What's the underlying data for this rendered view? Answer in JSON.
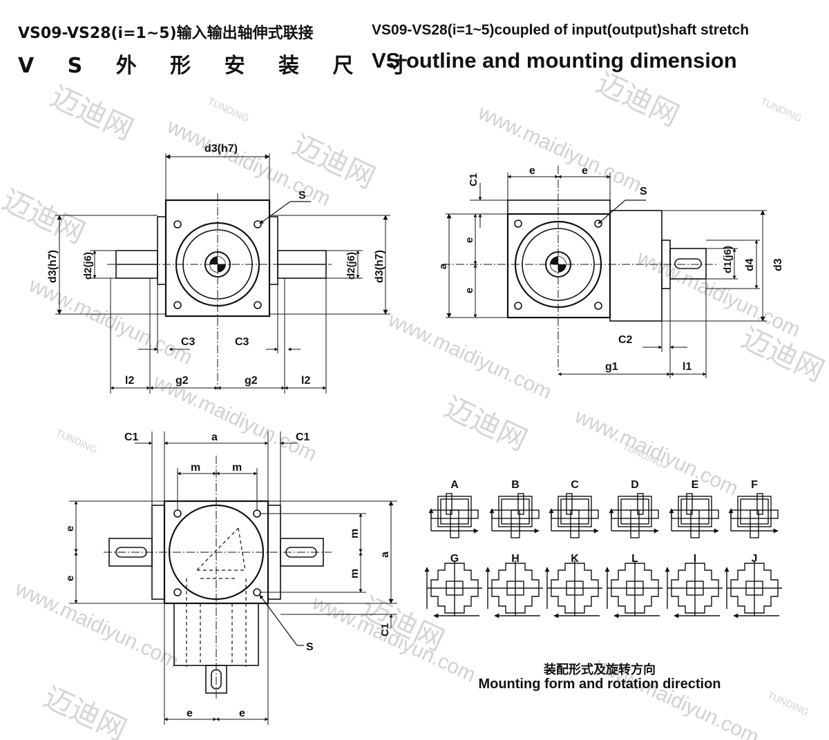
{
  "header": {
    "title_cn": "VS09-VS28(i=1~5)输入输出轴伸式联接",
    "subtitle_cn": "V S 外 形 安 装 尺 寸",
    "title_en": "VS09-VS28(i=1~5)coupled of input(output)shaft stretch",
    "subtitle_en": "VS outline and mounting dimension"
  },
  "watermark": {
    "url": "www.maidiyun.com",
    "brand_cn": "迈迪网",
    "logo_text": "TUNDING"
  },
  "views": {
    "front": {
      "dims": {
        "d3h7_top": "d3(h7)",
        "d3h7_left": "d3(h7)",
        "d3h7_right": "d3(h7)",
        "d2j6_left": "d2(j6)",
        "d2j6_right": "d2(j6)",
        "s": "S",
        "c3_left": "C3",
        "c3_right": "C3",
        "l2_left": "l2",
        "g2_left": "g2",
        "g2_right": "g2",
        "l2_right": "l2"
      }
    },
    "side": {
      "dims": {
        "c1": "C1",
        "e_top_left": "e",
        "e_top_right": "e",
        "s": "S",
        "e_vert_top": "e",
        "a": "a",
        "e_vert_bottom": "e",
        "d1j6": "d1(j6)",
        "d4": "d4",
        "d3": "d3",
        "c2": "C2",
        "g1": "g1",
        "l1": "l1"
      }
    },
    "top": {
      "dims": {
        "c1_left": "C1",
        "a_top": "a",
        "c1_right": "C1",
        "m_left": "m",
        "m_right": "m",
        "e_left_top": "e",
        "e_left_bottom": "e",
        "m_vert_top": "m",
        "m_vert_bottom": "m",
        "a_right": "a",
        "c1_bottom": "C1",
        "s": "S",
        "e_bottom_left": "e",
        "e_bottom_right": "e"
      }
    }
  },
  "mounting_forms": {
    "row1": [
      "A",
      "B",
      "C",
      "D",
      "E",
      "F"
    ],
    "row2": [
      "G",
      "H",
      "K",
      "L",
      "I",
      "J"
    ]
  },
  "caption": {
    "cn": "装配形式及旋转方向",
    "en": "Mounting form and rotation direction"
  }
}
